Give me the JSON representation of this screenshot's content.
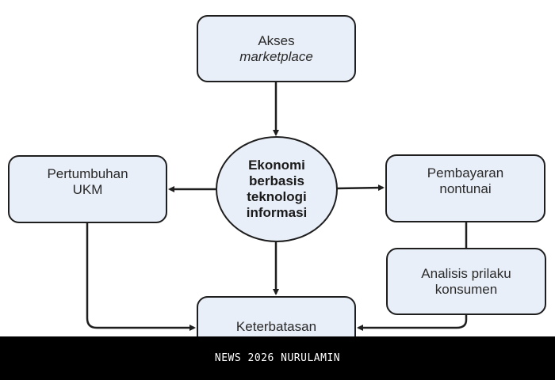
{
  "diagram": {
    "top": {
      "line1": "Akses",
      "line2": "marketplace"
    },
    "center": {
      "line1": "Ekonomi",
      "line2": "berbasis",
      "line3": "teknologi",
      "line4": "informasi"
    },
    "left": {
      "line1": "Pertumbuhan",
      "line2": "UKM"
    },
    "right": {
      "line1": "Pembayaran",
      "line2": "nontunai"
    },
    "right_lower": {
      "line1": "Analisis prilaku",
      "line2": "konsumen"
    },
    "bottom": {
      "line1": "Keterbatasan"
    }
  },
  "banner": {
    "text": "NEWS 2026 NURULAMIN"
  }
}
